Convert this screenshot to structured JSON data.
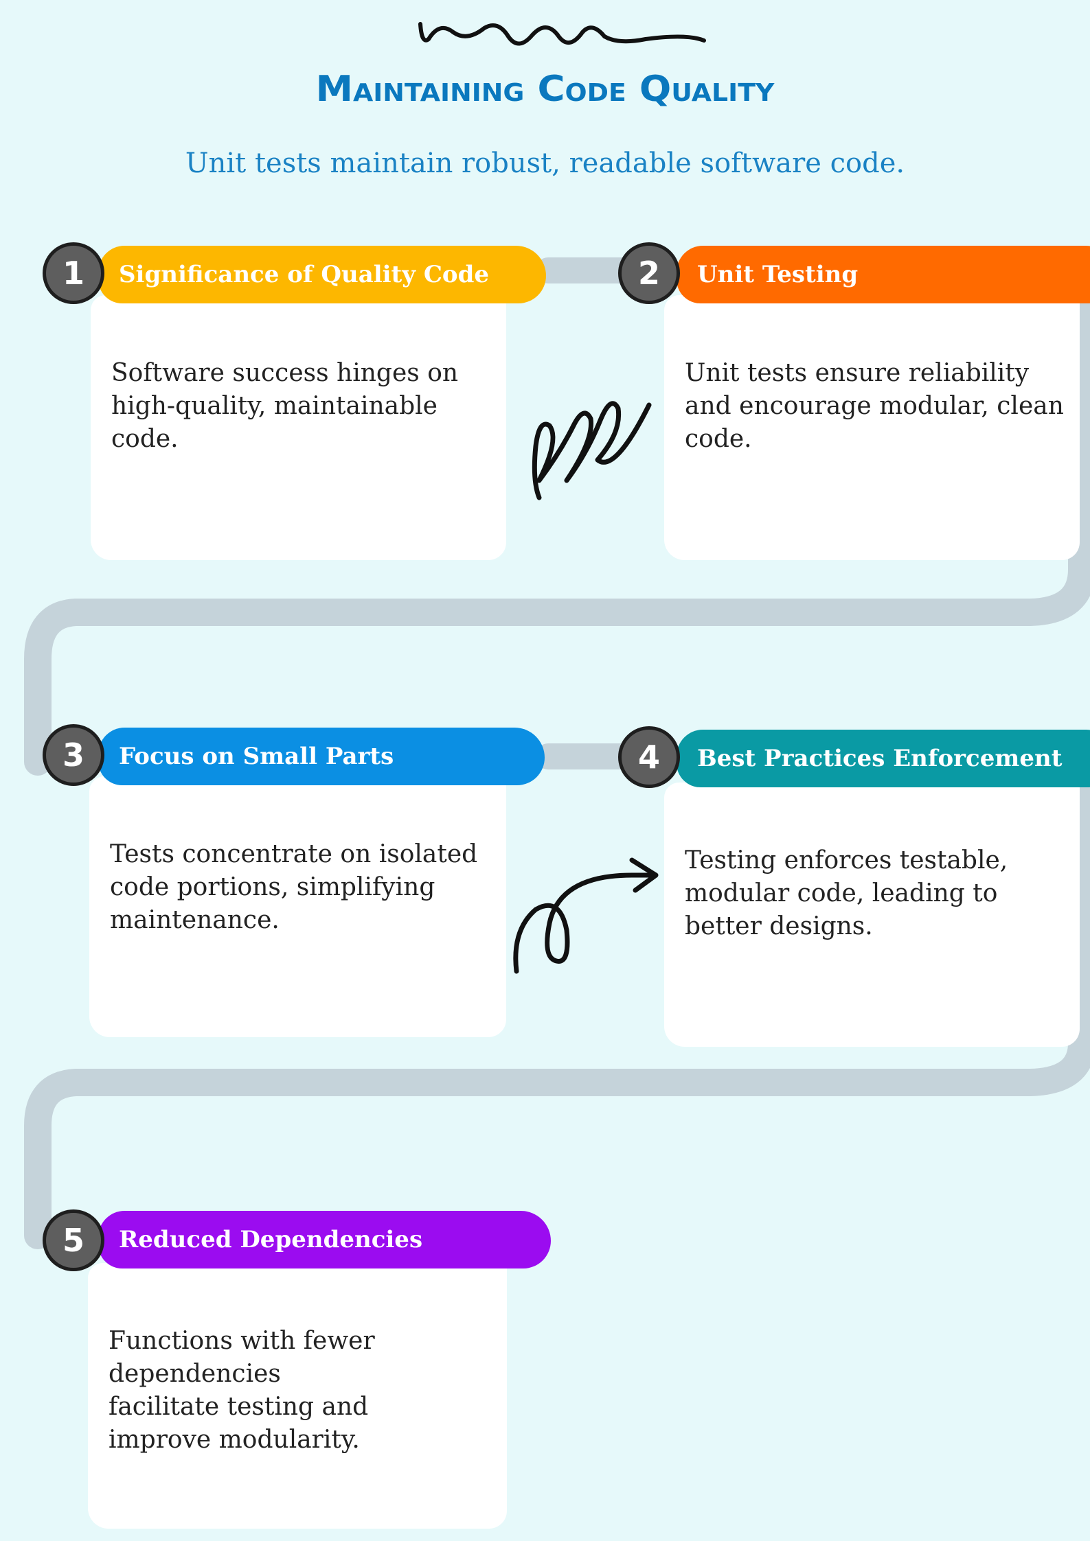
{
  "header": {
    "title": "Maintaining Code Quality",
    "subtitle": "Unit tests maintain robust, readable software code."
  },
  "colors": {
    "background": "#e6f9fa",
    "title": "#0a78be",
    "path": "#c5d3da"
  },
  "steps": [
    {
      "number": "1",
      "title": "Significance of Quality Code",
      "body": "Software success hinges on high-quality, maintainable code.",
      "color": "#fdb700"
    },
    {
      "number": "2",
      "title": "Unit Testing",
      "body": "Unit tests ensure reliability and encourage modular, clean code.",
      "color": "#ff6a00"
    },
    {
      "number": "3",
      "title": "Focus on Small Parts",
      "body": "Tests concentrate on isolated code portions, simplifying maintenance.",
      "color": "#0b8fe3"
    },
    {
      "number": "4",
      "title": "Best Practices Enforcement",
      "body": "Testing enforces testable, modular code, leading to better designs.",
      "color": "#0a9aa4"
    },
    {
      "number": "5",
      "title": "Reduced Dependencies",
      "body": "Functions with fewer dependencies facilitate testing and improve modularity.",
      "color": "#9b0cf0"
    }
  ],
  "decorations": [
    "squiggle-icon",
    "loops-icon",
    "curly-arrow-icon"
  ]
}
